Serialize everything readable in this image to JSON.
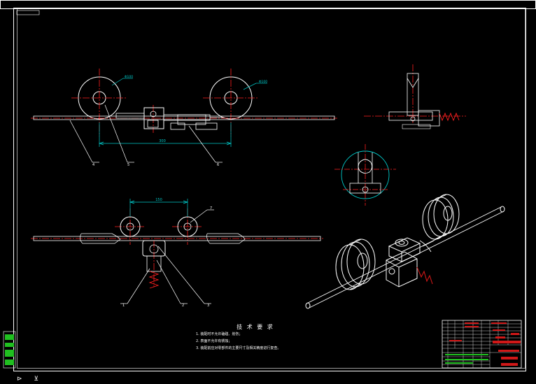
{
  "colors": {
    "background": "#000000",
    "frame": "#ffffff",
    "part": "#ffffff",
    "centerline": "#ff2020",
    "dimension": "#00c8c8",
    "leader": "#ffffff",
    "title_block_red": "#d01818",
    "green_stamp": "#20c020"
  },
  "dimensions": {
    "front_center_distance": "300",
    "bottom_center_distance": "150",
    "left_pulley_dia": "Φ100",
    "right_pulley_dia": "Φ100"
  },
  "balloons": {
    "front_view": [
      "4",
      "5",
      "6"
    ],
    "bottom_view": [
      "1",
      "2",
      "3"
    ],
    "bottom_view_pulley": "7"
  },
  "technical_requirements": {
    "title": "技 术 要 求",
    "items": [
      "1. 装配时不允许磕碰、划伤；",
      "2. 表面不允许有锈蚀；",
      "3. 装配前应对零部件的主要尺寸及相关精度进行复查。"
    ]
  },
  "status_icons": {
    "ucs": "⊳",
    "mode": "⊻"
  }
}
